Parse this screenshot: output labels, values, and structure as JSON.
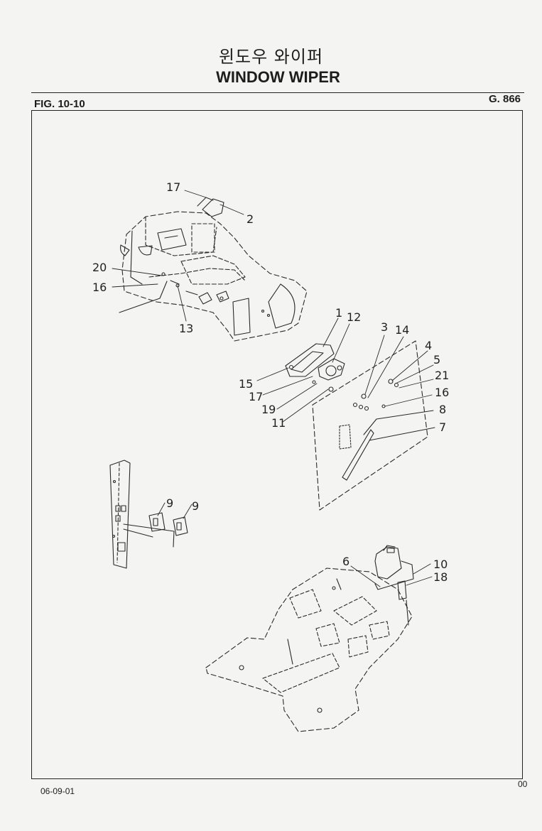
{
  "header": {
    "title_korean": "윈도우 와이퍼",
    "title_english": "WINDOW WIPER",
    "figure": "FIG. 10-10",
    "group_code": "G. 866"
  },
  "footer": {
    "date": "06-09-01",
    "page": "00"
  },
  "callouts": {
    "c17a": "17",
    "c2": "2",
    "c20": "20",
    "c16a": "16",
    "c13": "13",
    "c1": "1",
    "c12": "12",
    "c3": "3",
    "c14": "14",
    "c4": "4",
    "c5": "5",
    "c21": "21",
    "c16b": "16",
    "c8": "8",
    "c7": "7",
    "c15": "15",
    "c17b": "17",
    "c19": "19",
    "c11": "11",
    "c9a": "9",
    "c9b": "9",
    "c6": "6",
    "c10": "10",
    "c18": "18"
  }
}
